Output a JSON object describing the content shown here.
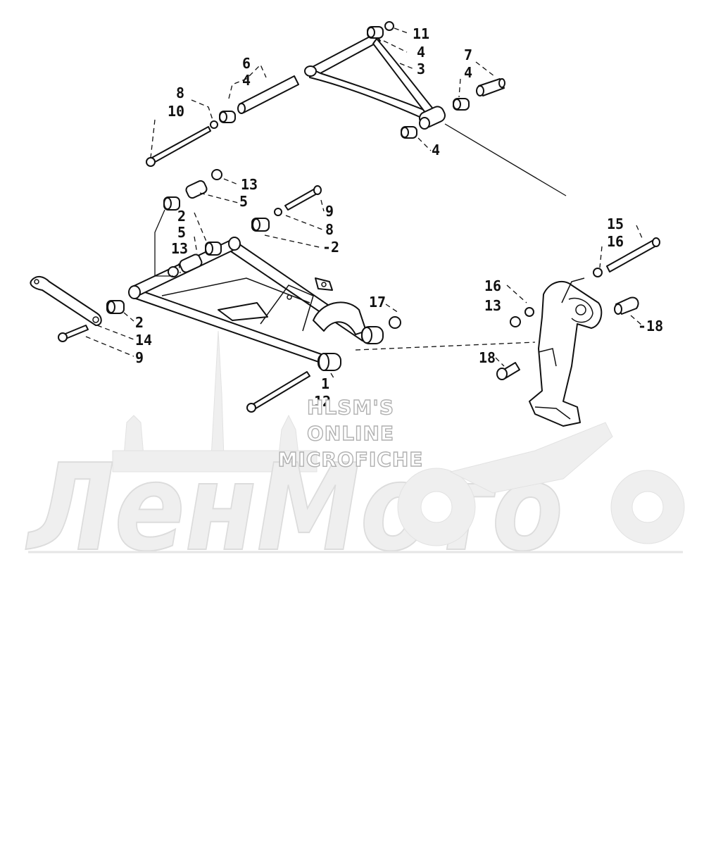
{
  "watermark": {
    "line1": "HLSM'S",
    "line2": "ONLINE",
    "line3": "MICROFICHE",
    "logo": "ЛенМото"
  },
  "callouts": {
    "c11": "11",
    "c4a": "4",
    "c3": "3",
    "c6": "6",
    "c4b": "4",
    "c7": "7",
    "c4c": "4",
    "c8": "8",
    "c10": "10",
    "c4d": "4",
    "c13a": "13",
    "c5a": "5",
    "c9a": "9",
    "c2a": "2",
    "c8b": "8",
    "c5b": "5",
    "c2b": "-2",
    "c13b": "13",
    "c2c": "2",
    "c14": "14",
    "c9b": "9",
    "c17": "17",
    "c1": "1",
    "c12": "12",
    "c15": "15",
    "c16a": "16",
    "c16b": "16",
    "c13c": "13",
    "c18a": "-18",
    "c18b": "18"
  }
}
